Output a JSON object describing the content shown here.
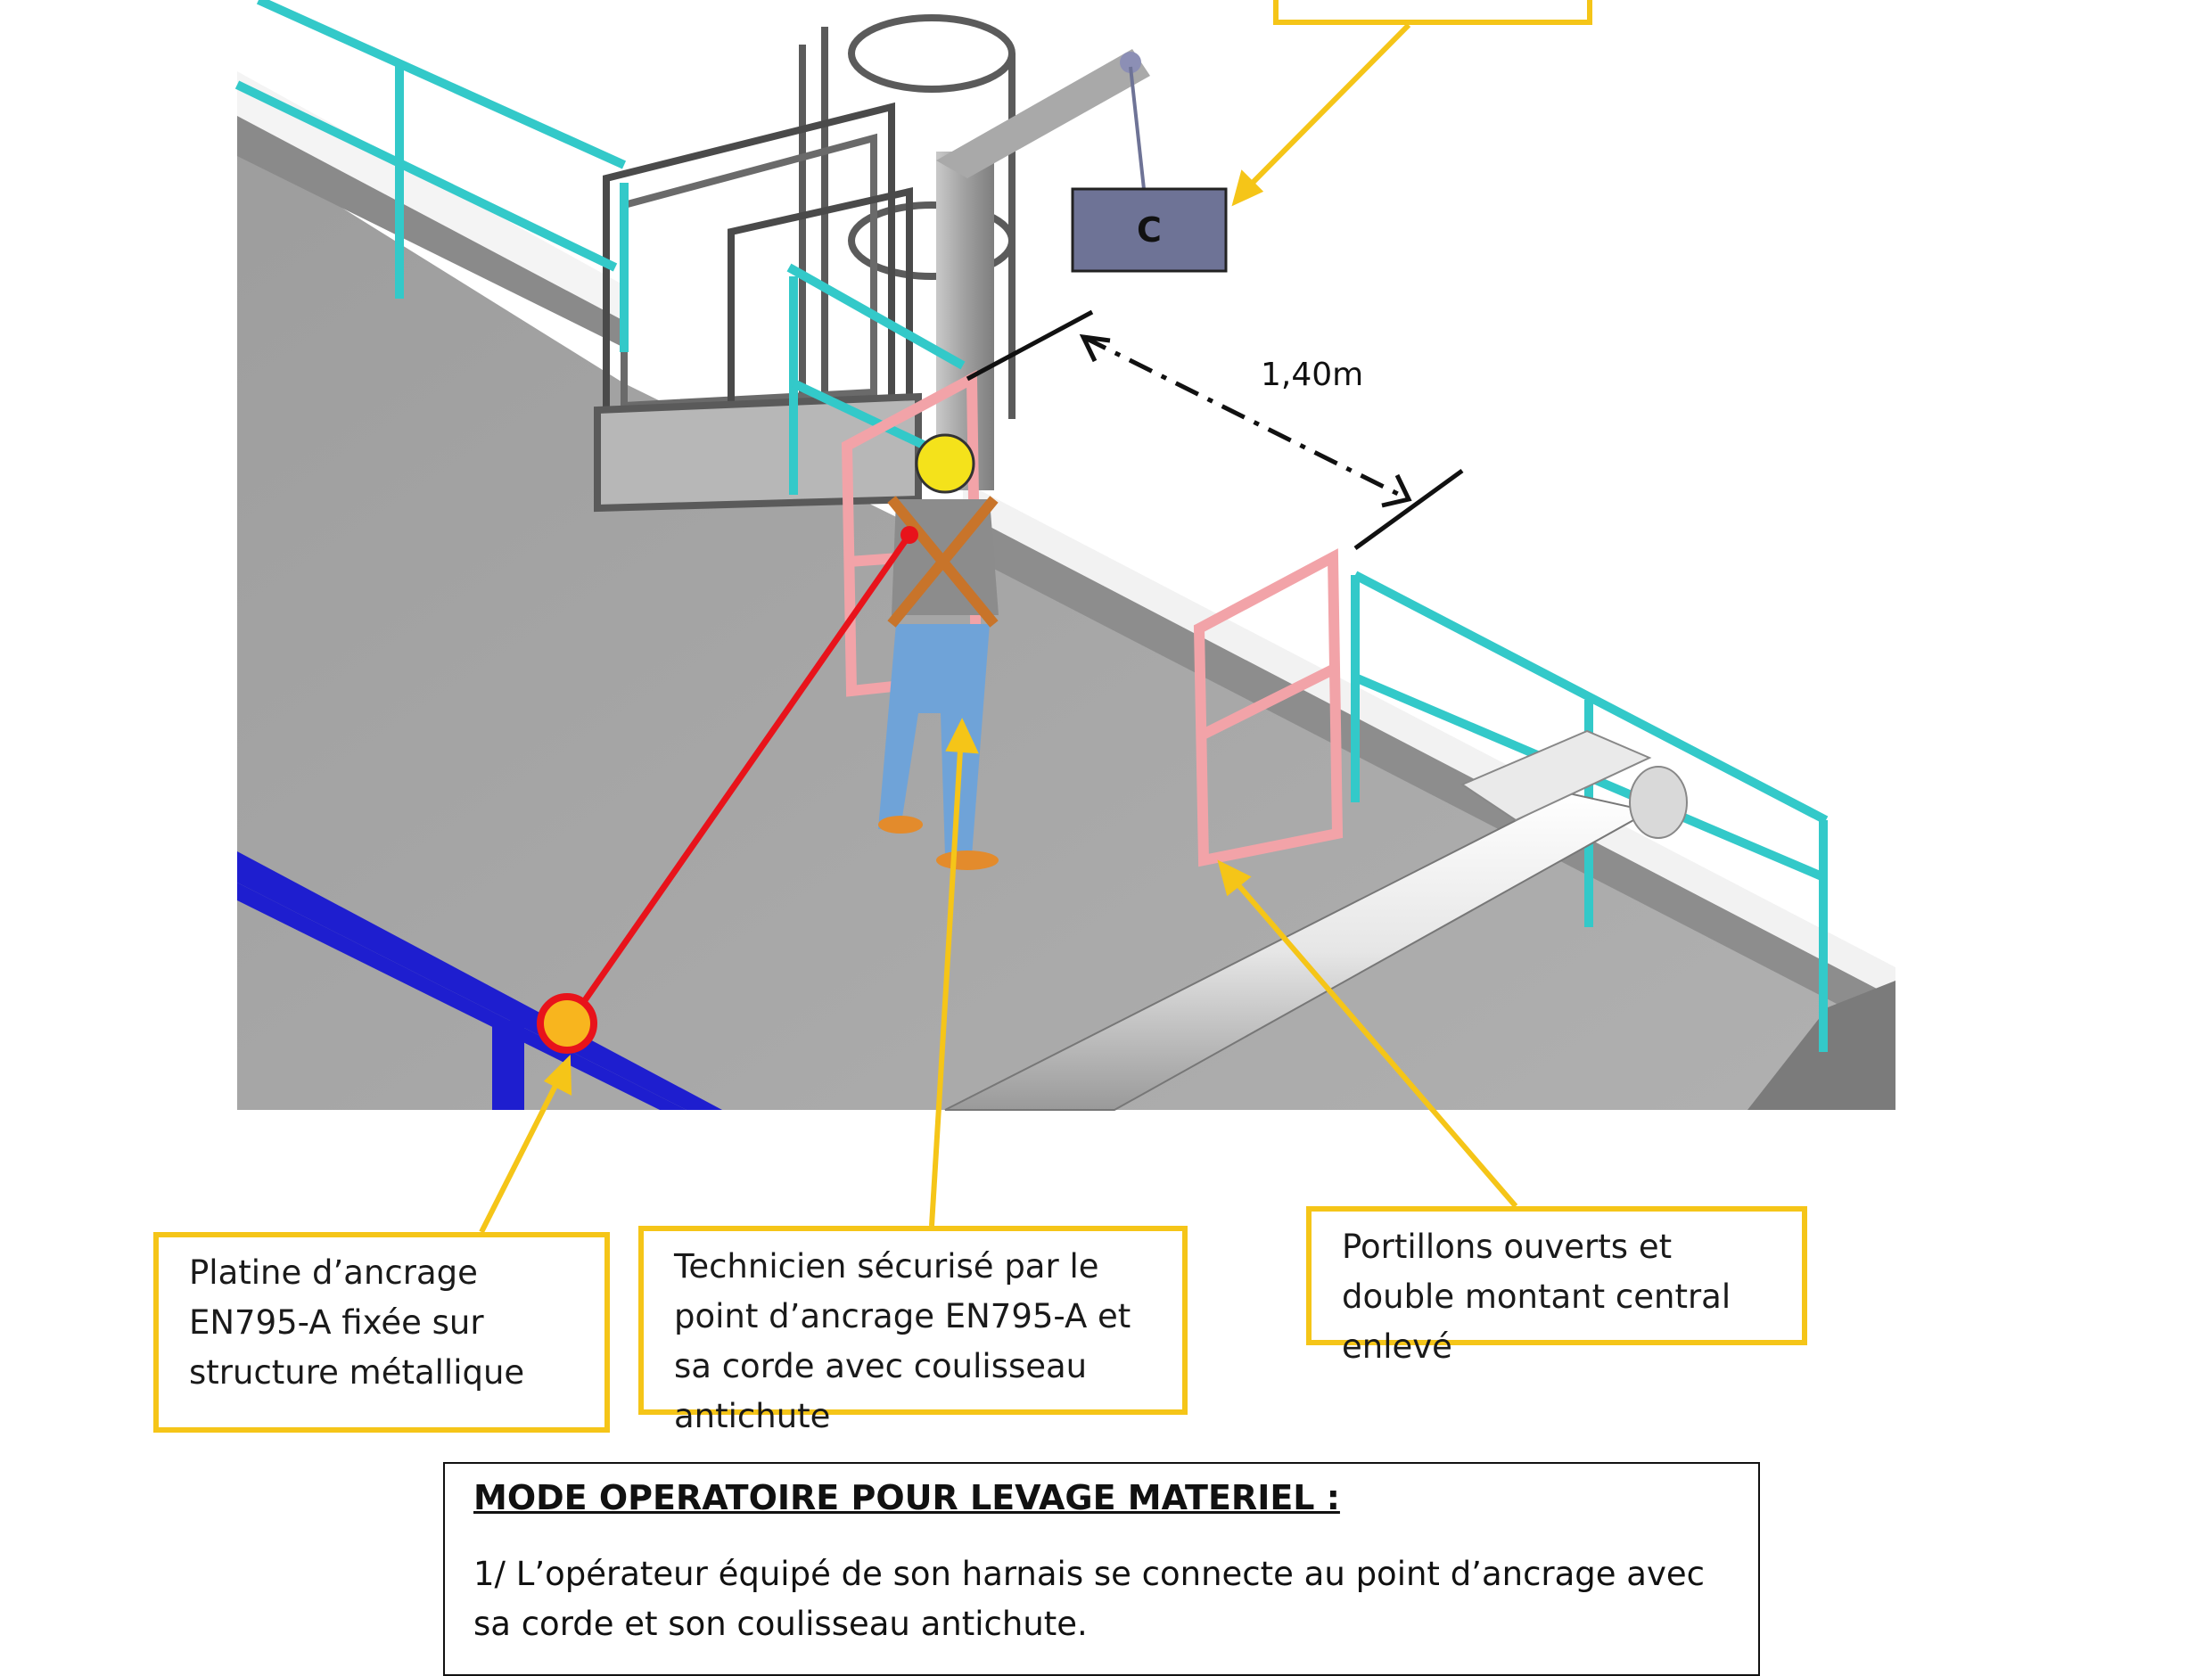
{
  "colors": {
    "callout_border": "#F5C518",
    "guardrail": "#33C9C9",
    "gate": "#F2A3A8",
    "anchor_structure": "#1E1ECF",
    "lanyard": "#E8131B",
    "anchor_point": "#F8B51E",
    "load_box": "#6E7396",
    "floor": "#A3A3A3"
  },
  "icons": {
    "technician": "worker-with-harness-icon",
    "load": "suspended-load-icon",
    "anchor": "anchor-point-icon"
  },
  "diagram": {
    "load_label": "C",
    "distance_label": "1,40m"
  },
  "callouts": {
    "anchor_text": "Platine d’ancrage EN795-A fixée sur structure métallique",
    "technician_text": "Technicien sécurisé par le point d’ancrage EN795-A et sa corde avec coulisseau antichute",
    "gates_text": "Portillons ouverts et double montant central enlevé"
  },
  "procedure": {
    "title": "MODE OPERATOIRE POUR LEVAGE MATERIEL :",
    "step1": "1/ L’opérateur équipé de son harnais se connecte au point d’ancrage avec sa corde et son coulisseau antichute."
  }
}
